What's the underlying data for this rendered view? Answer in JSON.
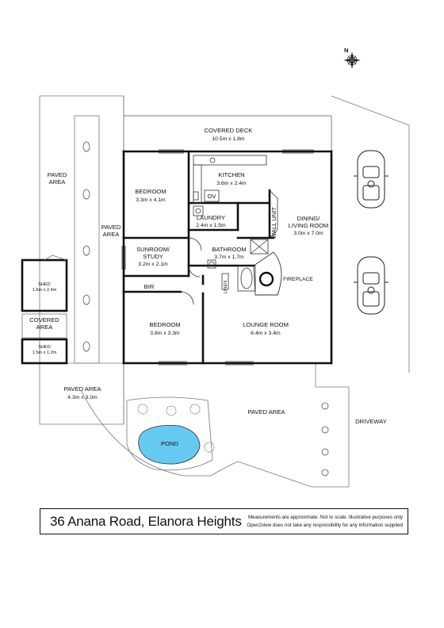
{
  "compass": {
    "label": "N"
  },
  "rooms": {
    "covered_deck": {
      "name": "COVERED DECK",
      "dims": "10.5m x 1.8m"
    },
    "kitchen": {
      "name": "KITCHEN",
      "dims": "3.6m x 2.4m",
      "oven": "OV"
    },
    "bedroom1": {
      "name": "BEDROOM",
      "dims": "3.3m x 4.1m"
    },
    "laundry": {
      "name": "LAUNDRY",
      "dims": "2.4m x 1.5m"
    },
    "wall_unit": {
      "name": "WALL UNIT"
    },
    "dining": {
      "name_line1": "DINING/",
      "name_line2": "LIVING ROOM",
      "dims": "3.0m x 7.0m"
    },
    "sunroom": {
      "name_line1": "SUNROOM/",
      "name_line2": "STUDY",
      "dims": "3.2m x 2.1m"
    },
    "bathroom": {
      "name": "BATHROOM",
      "dims": "3.7m x 1.7m",
      "linen": "LINEN"
    },
    "fireplace": {
      "name": "FIREPLACE"
    },
    "bir": {
      "name": "BIR"
    },
    "bedroom2": {
      "name": "BEDROOM",
      "dims": "3.8m x 3.3m"
    },
    "lounge": {
      "name": "LOUNGE ROOM",
      "dims": "6.4m x 3.4m"
    }
  },
  "outdoor": {
    "paved_area_left": {
      "line1": "PAVED",
      "line2": "AREA"
    },
    "paved_area_mid": {
      "line1": "PAVED",
      "line2": "AREA"
    },
    "shed1": {
      "name": "SHED",
      "dims": "1.5m x 2.4m"
    },
    "covered_area": {
      "line1": "COVERED",
      "line2": "AREA"
    },
    "shed2": {
      "name": "SHED",
      "dims": "1.5m x 1.2m"
    },
    "paved_area_bottom_left": {
      "name": "PAVED AREA",
      "dims": "4.3m x 3.0m"
    },
    "paved_area_bottom": {
      "name": "PAVED AREA"
    },
    "pond": {
      "name": "POND"
    },
    "driveway": {
      "name": "DRIVEWAY"
    }
  },
  "footer": {
    "address": "36 Anana Road, Elanora Heights",
    "disclaimer_line1": "Measurements are approximate. Not to scale. Illustrative purposes only",
    "disclaimer_line2": "Open2view does not take any responsibility for any information supplied"
  },
  "colors": {
    "wall": "#111111",
    "pond": "#66c9f0",
    "outline": "#777777"
  }
}
